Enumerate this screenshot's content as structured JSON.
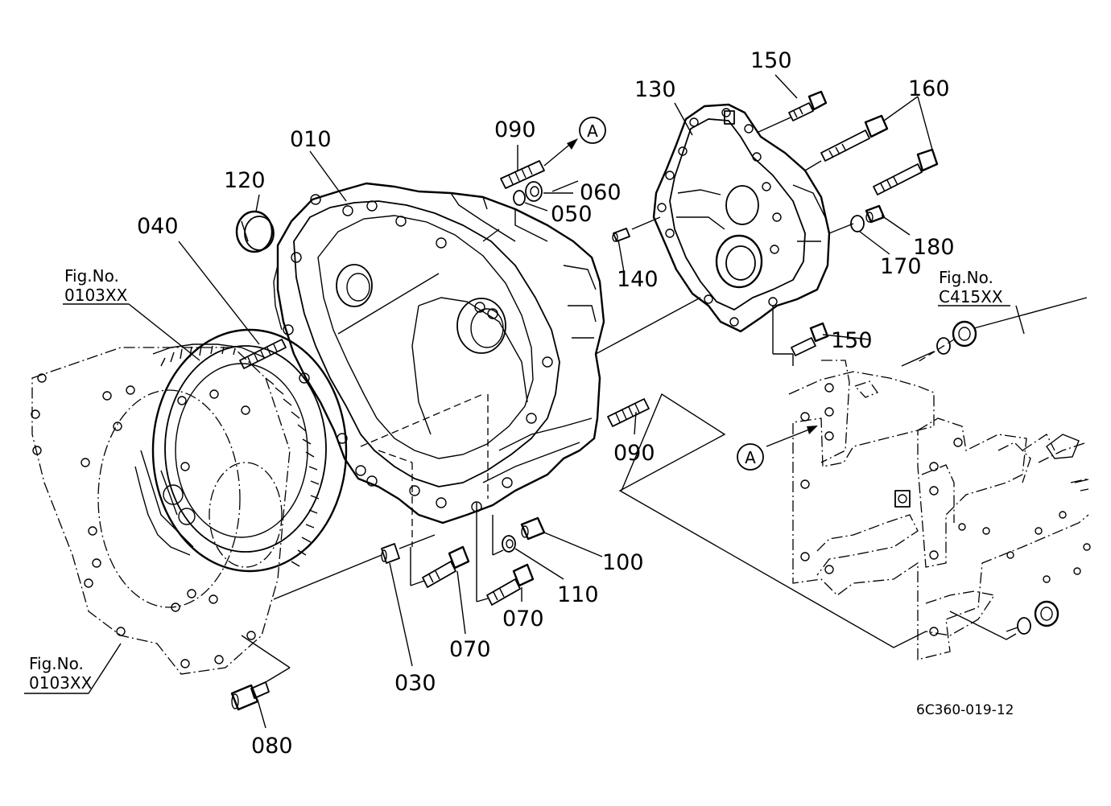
{
  "diagram": {
    "parts": {
      "p010": "010",
      "p030": "030",
      "p040": "040",
      "p050": "050",
      "p060": "060",
      "p070a": "070",
      "p070b": "070",
      "p080": "080",
      "p090a": "090",
      "p090b": "090",
      "p100": "100",
      "p110": "110",
      "p120": "120",
      "p130": "130",
      "p140": "140",
      "p150a": "150",
      "p150b": "150",
      "p160": "160",
      "p170": "170",
      "p180": "180"
    },
    "refs": {
      "fig_label": "Fig.No.",
      "fig_0103_top": "0103XX",
      "fig_0103_bottom": "0103XX",
      "fig_c415": "C415XX"
    },
    "markers": {
      "a_top": "A",
      "a_frame": "A"
    },
    "drawing_code": "6C360-019-12"
  }
}
